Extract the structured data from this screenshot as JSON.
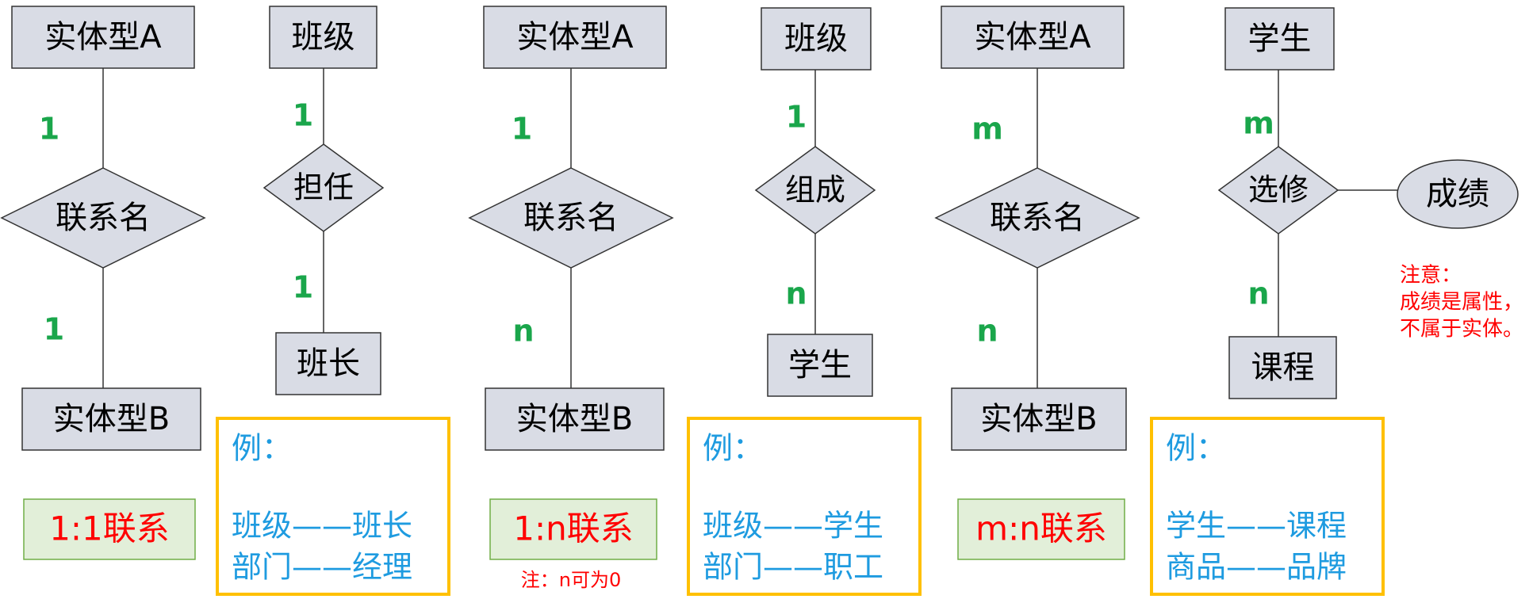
{
  "colors": {
    "entity_fill": "#d9dce5",
    "relation_fill": "#d9dce5",
    "stroke": "#333333",
    "cardinality": "#1aa64b",
    "type_label": "#ff0000",
    "type_box_fill": "#e2efd9",
    "type_box_stroke": "#70ad47",
    "example_border": "#ffc000",
    "example_text": "#1e9be0",
    "note_text": "#ff0000"
  },
  "panels": [
    {
      "entity_top": "实体型A",
      "relation": "联系名",
      "entity_bottom": "实体型B",
      "card_top": "1",
      "card_bottom": "1",
      "type_label": "1:1联系",
      "note": ""
    },
    {
      "entity_top": "实体型A",
      "relation": "联系名",
      "entity_bottom": "实体型B",
      "card_top": "1",
      "card_bottom": "n",
      "type_label": "1:n联系",
      "note": "注：n可为0"
    },
    {
      "entity_top": "实体型A",
      "relation": "联系名",
      "entity_bottom": "实体型B",
      "card_top": "m",
      "card_bottom": "n",
      "type_label": "m:n联系",
      "note": ""
    }
  ],
  "examples": [
    {
      "entity_top": "班级",
      "relation": "担任",
      "entity_bottom": "班长",
      "card_top": "1",
      "card_bottom": "1",
      "box_title": "例：",
      "box_lines": [
        "班级——班长",
        "部门——经理"
      ]
    },
    {
      "entity_top": "班级",
      "relation": "组成",
      "entity_bottom": "学生",
      "card_top": "1",
      "card_bottom": "n",
      "box_title": "例：",
      "box_lines": [
        "班级——学生",
        "部门——职工"
      ]
    },
    {
      "entity_top": "学生",
      "relation": "选修",
      "entity_bottom": "课程",
      "card_top": "m",
      "card_bottom": "n",
      "attribute": "成绩",
      "attribute_note": [
        "注意：",
        "成绩是属性，",
        "不属于实体。"
      ],
      "box_title": "例：",
      "box_lines": [
        "学生——课程",
        "商品——品牌"
      ]
    }
  ]
}
